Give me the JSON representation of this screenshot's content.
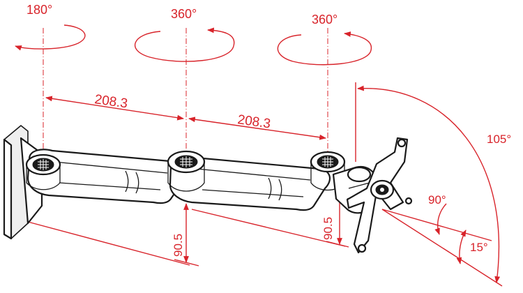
{
  "rotations": {
    "wall_mount": "180°",
    "middle_joint": "360°",
    "head_joint": "360°"
  },
  "dimensions": {
    "arm_length_1": "208.3",
    "arm_length_2": "208.3",
    "height_left": "90.5",
    "height_right": "90.5"
  },
  "tilt": {
    "swivel": "105°",
    "tilt_up": "90°",
    "tilt_down": "15°"
  }
}
